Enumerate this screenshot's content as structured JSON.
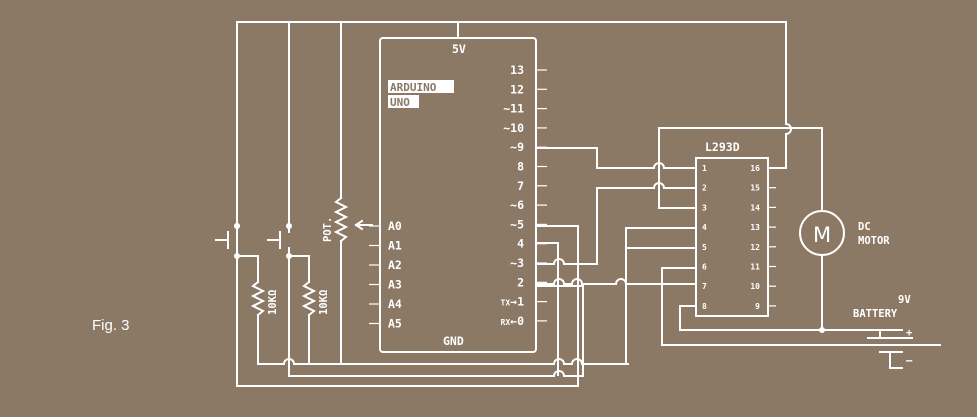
{
  "figure_label": "Fig. 3",
  "arduino": {
    "name_line1": "ARDUINO",
    "name_line2": "UNO",
    "power": "5V",
    "ground": "GND",
    "digital_pins": [
      "13",
      "12",
      "~11",
      "~10",
      "~9",
      "8",
      "7",
      "~6",
      "~5",
      "4",
      "~3",
      "2",
      "TX→1",
      "RX←0"
    ],
    "analog_pins": [
      "A0",
      "A1",
      "A2",
      "A3",
      "A4",
      "A5"
    ]
  },
  "driver": {
    "name": "L293D",
    "left_pins": [
      "1",
      "2",
      "3",
      "4",
      "5",
      "6",
      "7",
      "8"
    ],
    "right_pins": [
      "16",
      "15",
      "14",
      "13",
      "12",
      "11",
      "10",
      "9"
    ]
  },
  "pot_label": "POT.",
  "resistors": [
    "10KΩ",
    "10KΩ"
  ],
  "motor": {
    "symbol": "M",
    "label_line1": "DC",
    "label_line2": "MOTOR"
  },
  "battery": {
    "label_line1": "9V",
    "label_line2": "BATTERY",
    "plus": "+",
    "minus": "–"
  }
}
